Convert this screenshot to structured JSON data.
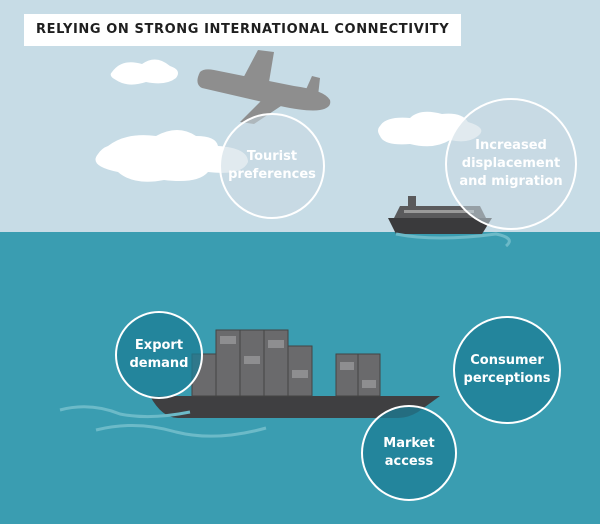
{
  "title": "RELYING ON STRONG INTERNATIONAL CONNECTIVITY",
  "bubbles": {
    "tourist": "Tourist\npreferences",
    "displacement": "Increased\ndisplacement\nand migration",
    "export": "Export\ndemand",
    "consumer": "Consumer\nperceptions",
    "market": "Market\naccess"
  },
  "colors": {
    "sky": "#c7dce6",
    "sea": "#3a9db1",
    "cloud": "#ffffff",
    "ship": "#4a4a4c",
    "wake": "#6cbac8"
  },
  "icons": [
    "airplane-icon",
    "ferry-icon",
    "cargo-ship-icon",
    "cloud-icon"
  ]
}
